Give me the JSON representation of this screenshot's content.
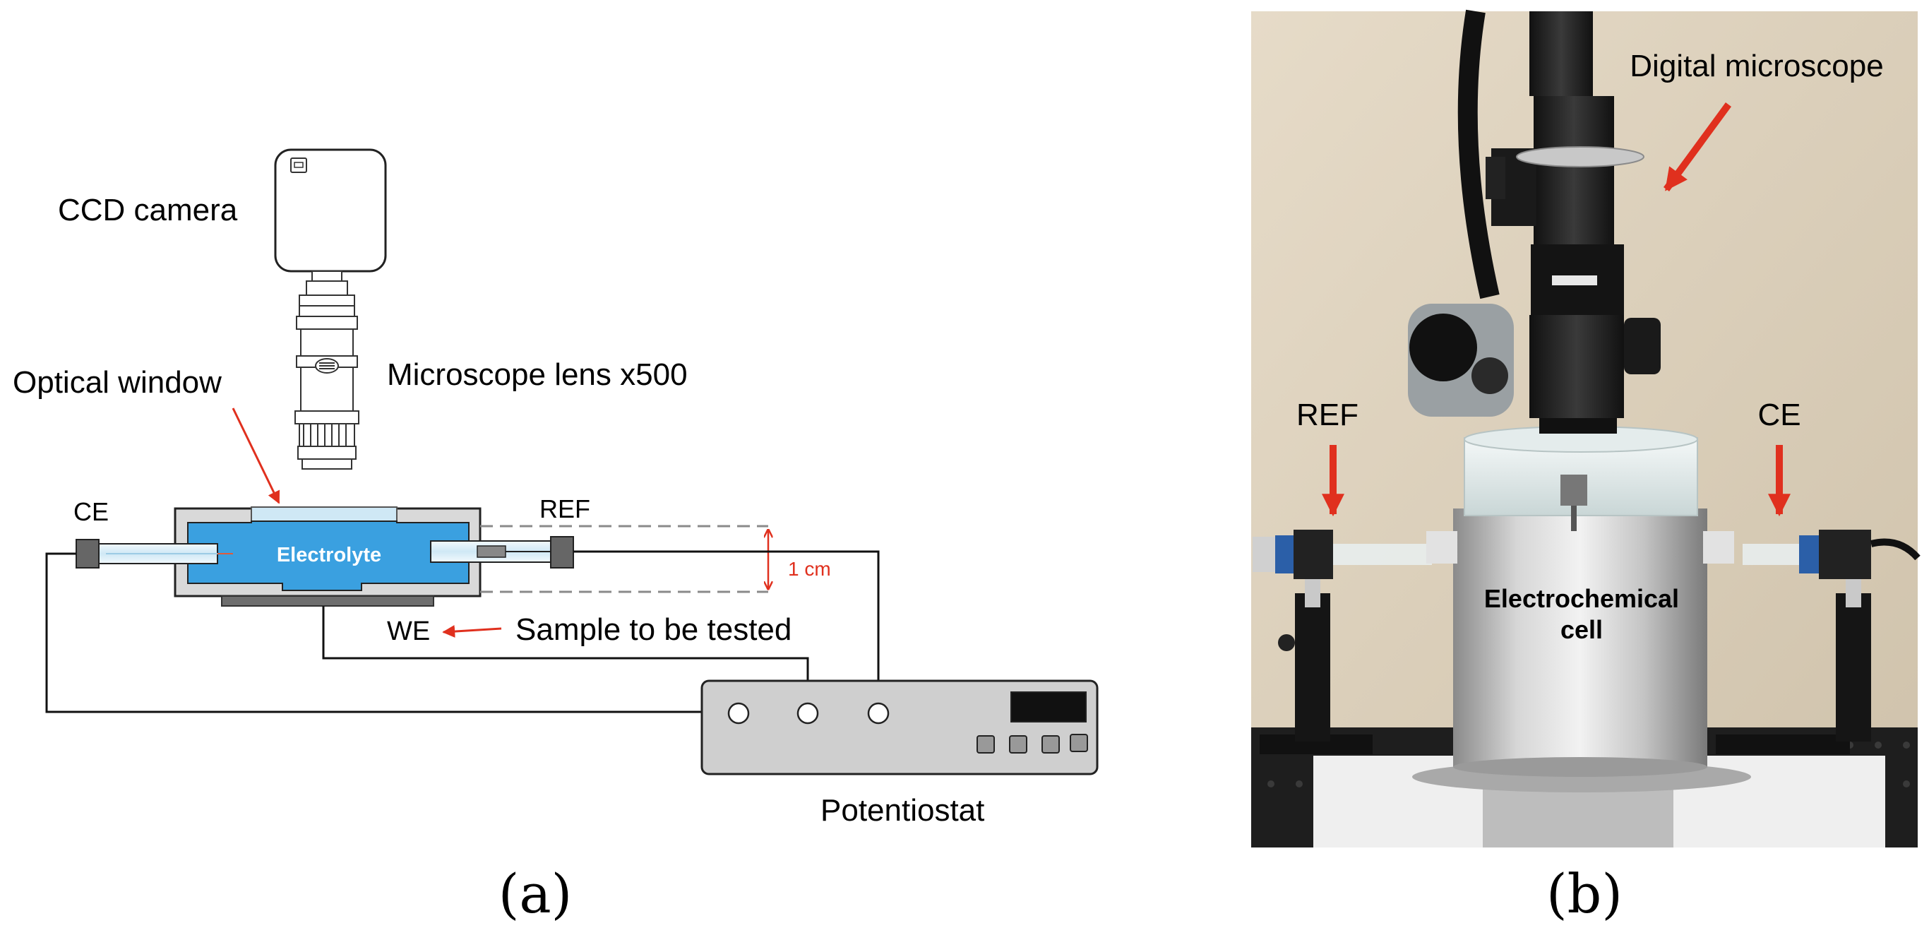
{
  "panel_a": {
    "caption": "(a)",
    "labels": {
      "ccd_camera": "CCD camera",
      "microscope_lens": "Microscope lens x500",
      "optical_window": "Optical window",
      "ce": "CE",
      "ref": "REF",
      "electrolyte": "Electrolyte",
      "dimension": "1 cm",
      "we": "WE",
      "sample": "Sample to be tested",
      "potentiostat": "Potentiostat"
    },
    "colors": {
      "electrolyte": "#3aa0e0",
      "annotation_red": "#e0301e",
      "cell_frame": "#d9d9d9",
      "potentiostat_body": "#cfcfcf"
    }
  },
  "panel_b": {
    "caption": "(b)",
    "labels": {
      "digital_microscope": "Digital microscope",
      "ref": "REF",
      "ce": "CE",
      "cell_line1": "Electrochemical",
      "cell_line2": "cell"
    },
    "colors": {
      "arrow_red": "#e0301e",
      "wall": "#d9cdb8"
    }
  }
}
